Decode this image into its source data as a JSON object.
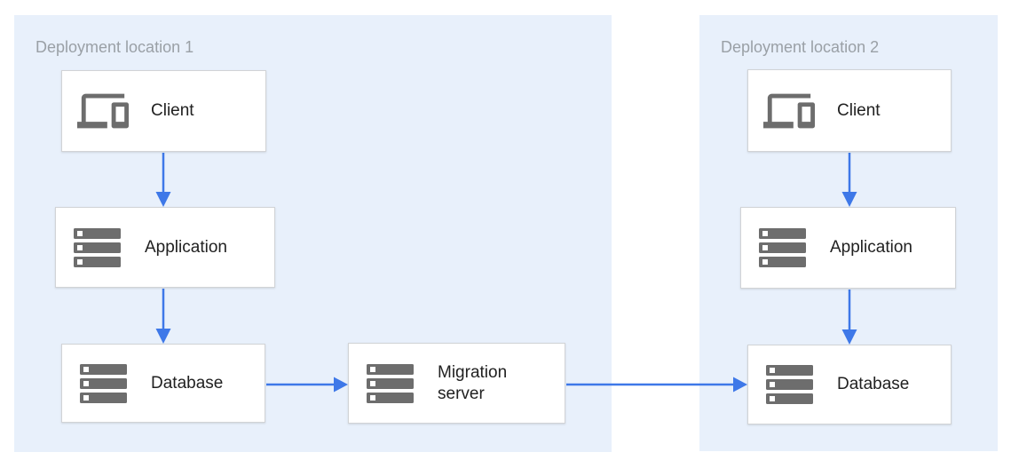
{
  "diagram": {
    "type": "architecture-diagram",
    "zones": {
      "zone1": {
        "label": "Deployment location 1"
      },
      "zone2": {
        "label": "Deployment location 2"
      }
    },
    "nodes": {
      "client1": {
        "label": "Client",
        "icon": "devices-icon",
        "zone": "Deployment location 1"
      },
      "application1": {
        "label": "Application",
        "icon": "server-icon",
        "zone": "Deployment location 1"
      },
      "database1": {
        "label": "Database",
        "icon": "server-icon",
        "zone": "Deployment location 1"
      },
      "migration_server": {
        "label": "Migration server",
        "icon": "server-icon",
        "zone": "Deployment location 1"
      },
      "client2": {
        "label": "Client",
        "icon": "devices-icon",
        "zone": "Deployment location 2"
      },
      "application2": {
        "label": "Application",
        "icon": "server-icon",
        "zone": "Deployment location 2"
      },
      "database2": {
        "label": "Database",
        "icon": "server-icon",
        "zone": "Deployment location 2"
      }
    },
    "edges": [
      {
        "from": "client1",
        "to": "application1"
      },
      {
        "from": "application1",
        "to": "database1"
      },
      {
        "from": "database1",
        "to": "migration_server"
      },
      {
        "from": "migration_server",
        "to": "database2"
      },
      {
        "from": "client2",
        "to": "application2"
      },
      {
        "from": "application2",
        "to": "database2"
      }
    ],
    "colors": {
      "zone_fill": "#e8f0fb",
      "zone_label": "#9aa0a6",
      "node_fill": "#ffffff",
      "node_border": "#d1d3d6",
      "node_text": "#212121",
      "icon_gray": "#6d6d6d",
      "arrow": "#3e78e8"
    }
  }
}
